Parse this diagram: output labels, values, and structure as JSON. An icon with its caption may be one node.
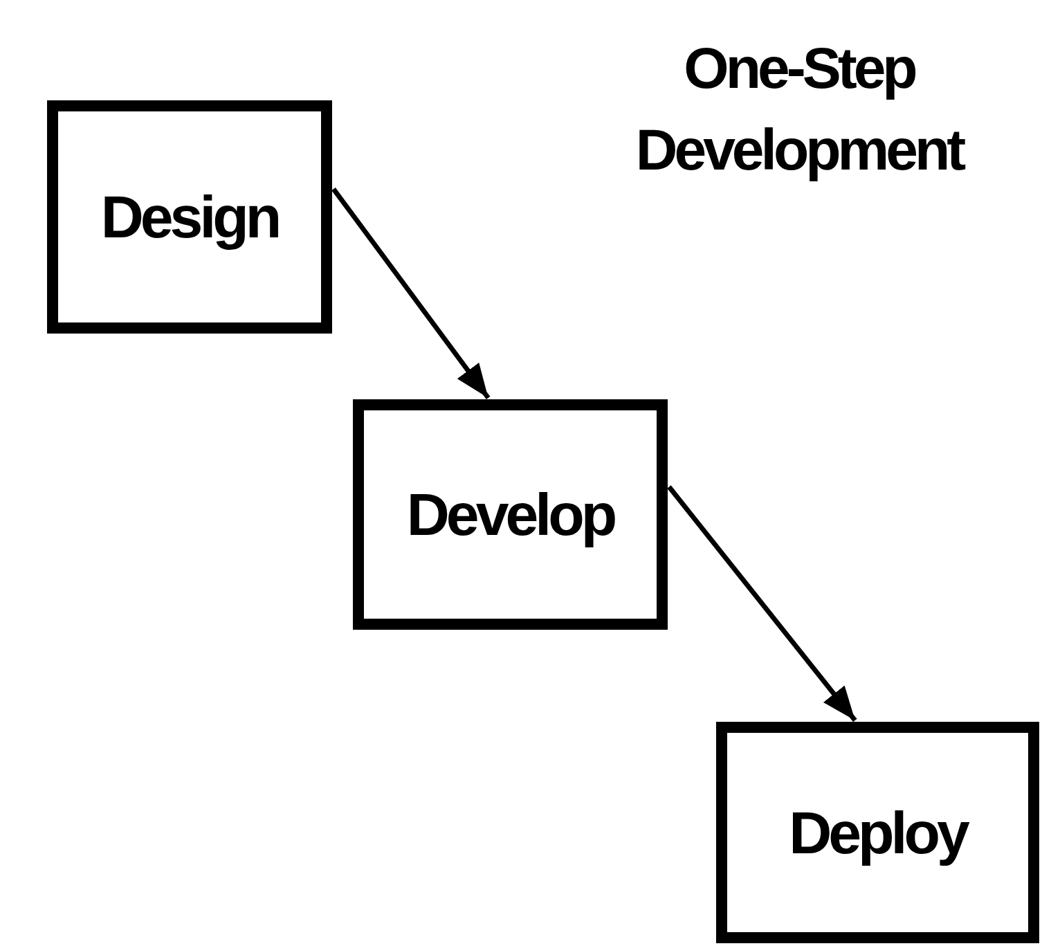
{
  "diagram": {
    "title": "One-Step Development",
    "nodes": [
      {
        "text": [
          "Design"
        ]
      },
      {
        "text": [
          "Develop"
        ]
      },
      {
        "text": [
          "Deploy"
        ]
      }
    ],
    "edges": [
      {
        "from": 0,
        "to": 1,
        "arrow": "to"
      },
      {
        "from": 1,
        "to": 2,
        "arrow": "to"
      }
    ]
  }
}
